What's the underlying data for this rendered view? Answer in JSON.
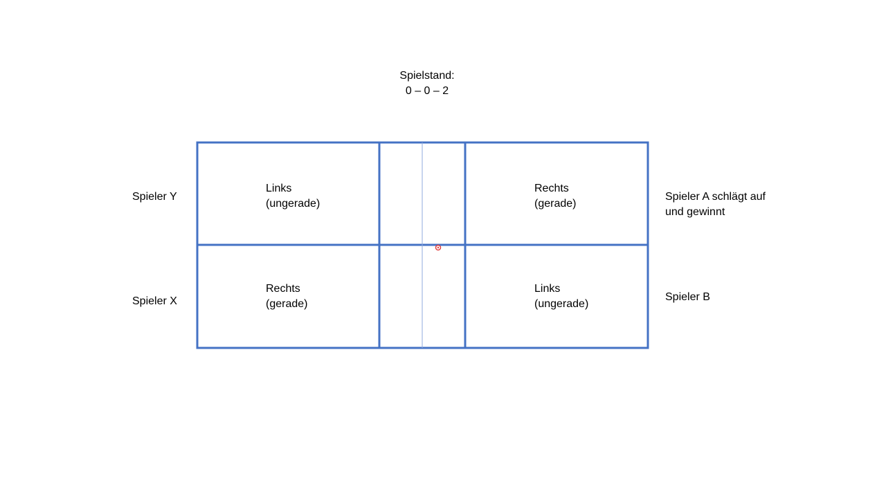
{
  "score": {
    "title": "Spielstand:",
    "value": "0 – 0 – 2"
  },
  "players": {
    "top_left": "Spieler Y",
    "bottom_left": "Spieler X",
    "top_right_line1": "Spieler A schlägt auf",
    "top_right_line2": "und gewinnt",
    "bottom_right": "Spieler B"
  },
  "fields": {
    "top_left": {
      "side": "Links",
      "parity": "(ungerade)"
    },
    "top_right": {
      "side": "Rechts",
      "parity": "(gerade)"
    },
    "bottom_left": {
      "side": "Rechts",
      "parity": "(gerade)"
    },
    "bottom_right": {
      "side": "Links",
      "parity": "(ungerade)"
    }
  },
  "colors": {
    "court_line": "#4472c4",
    "center_line": "#8faadc",
    "cursor": "#e04040"
  }
}
